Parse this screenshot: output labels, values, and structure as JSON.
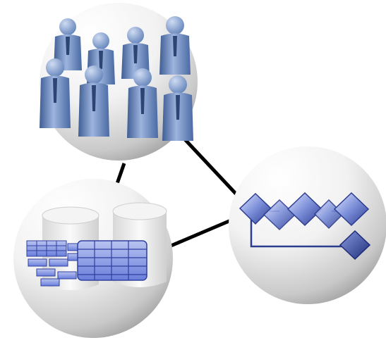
{
  "diagram": {
    "nodes": [
      {
        "id": "people",
        "icon": "people-group-icon"
      },
      {
        "id": "database",
        "icon": "database-tables-icon"
      },
      {
        "id": "process",
        "icon": "process-flow-icon"
      }
    ],
    "edges": [
      {
        "from": "people",
        "to": "database"
      },
      {
        "from": "people",
        "to": "process"
      },
      {
        "from": "database",
        "to": "process"
      }
    ],
    "colors": {
      "connector": "#000000",
      "sphere_light": "#ffffff",
      "sphere_dark": "#8a8a8a",
      "people_blue": "#7f9ccf",
      "people_dark": "#3c5a93",
      "table_blue": "#8094e4",
      "table_dark": "#2f3f9e",
      "flow_blue": "#3c4fa6"
    }
  }
}
